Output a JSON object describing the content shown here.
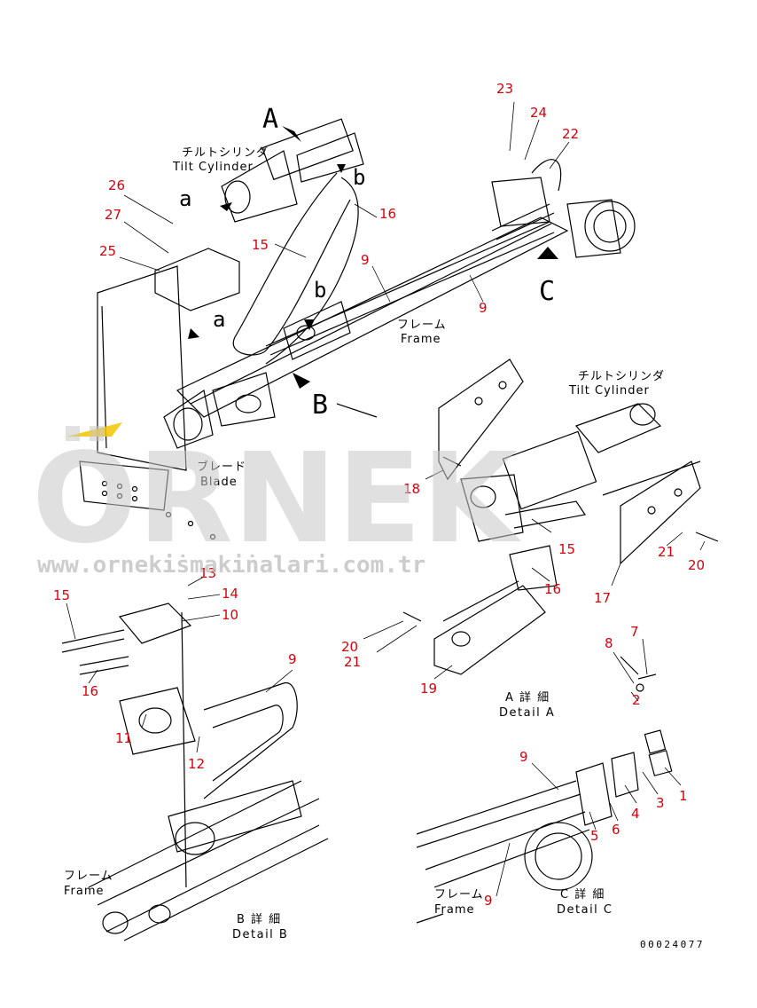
{
  "watermark": {
    "brand": "ÖRNEK",
    "url": "www.orneki̇smaki̇nalari.com.tr",
    "brand_color": "#c8c8c8",
    "accent_color": "#f2c400"
  },
  "colors": {
    "callout": "#d8000c",
    "line": "#000000"
  },
  "labels": {
    "tilt_cylinder_jp": "チルトシリンダ",
    "tilt_cylinder_en": "Tilt Cylinder",
    "frame_jp": "フレーム",
    "frame_en": "Frame",
    "blade_jp": "ブレード",
    "blade_en": "Blade",
    "detail_a_jp": "A 詳 細",
    "detail_a_en": "Detail A",
    "detail_b_jp": "B 詳 細",
    "detail_b_en": "Detail B",
    "detail_c_jp": "C 詳 細",
    "detail_c_en": "Detail C",
    "view_a": "A",
    "view_b": "B",
    "view_c": "C",
    "sub_a": "a",
    "sub_b": "b",
    "drawing_number": "00024077"
  },
  "callouts": {
    "n1": "1",
    "n2": "2",
    "n3": "3",
    "n4": "4",
    "n5": "5",
    "n6": "6",
    "n7": "7",
    "n8": "8",
    "n9": "9",
    "n10": "10",
    "n11": "11",
    "n12": "12",
    "n13": "13",
    "n14": "14",
    "n15": "15",
    "n16": "16",
    "n17": "17",
    "n18": "18",
    "n19": "19",
    "n20": "20",
    "n21": "21",
    "n22": "22",
    "n23": "23",
    "n24": "24",
    "n25": "25",
    "n26": "26",
    "n27": "27"
  }
}
